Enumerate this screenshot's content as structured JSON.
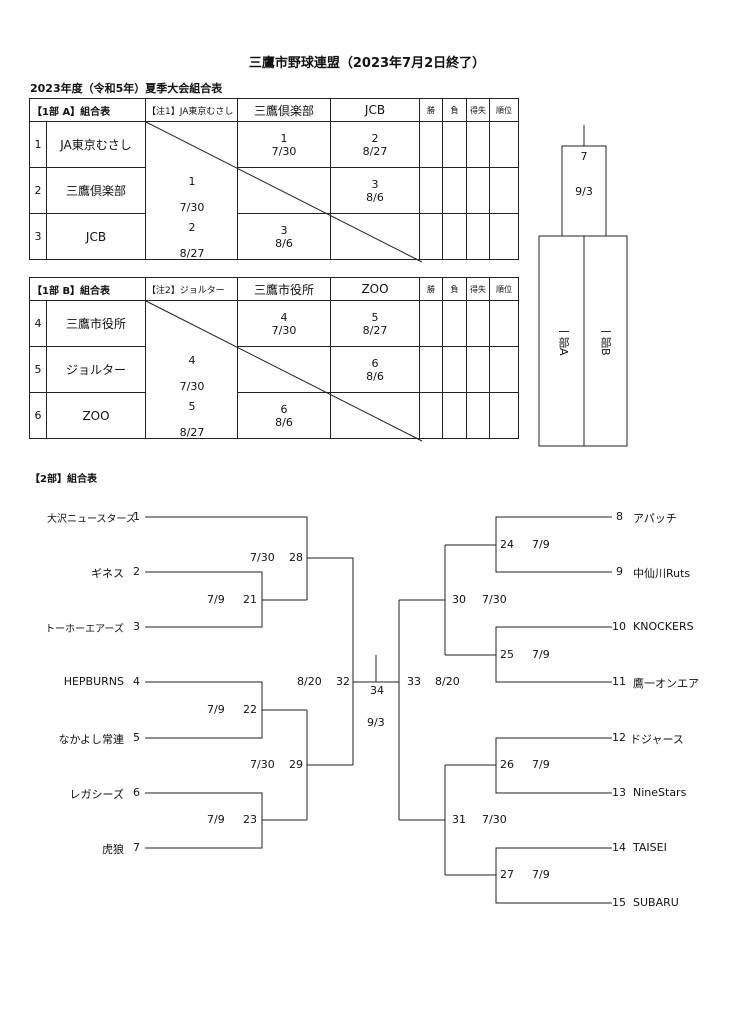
{
  "title": "三鷹市野球連盟（2023年7月2日終了）",
  "subtitle": "2023年度（令和5年）夏季大会組合表",
  "groupA": {
    "header": "【1部 A】組合表",
    "note": "【注1】JA東京むさし",
    "col_teams": [
      "三鷹倶楽部",
      "JCB"
    ],
    "col_stats": [
      "勝",
      "負",
      "得失",
      "順位"
    ],
    "rows": [
      {
        "no": "1",
        "team": "JA東京むさし",
        "c1": {
          "n": "1",
          "d": "7/30"
        },
        "c2": {
          "n": "2",
          "d": "8/27"
        }
      },
      {
        "no": "2",
        "team": "三鷹倶楽部",
        "c0": {
          "n": "1",
          "d": "7/30"
        },
        "c2": {
          "n": "3",
          "d": "8/6"
        }
      },
      {
        "no": "3",
        "team": "JCB",
        "c0": {
          "n": "2",
          "d": "8/27"
        },
        "c1": {
          "n": "3",
          "d": "8/6"
        }
      }
    ]
  },
  "groupB": {
    "header": "【1部 B】組合表",
    "note": "【注2】ジョルター",
    "col_teams": [
      "三鷹市役所",
      "ZOO"
    ],
    "col_stats": [
      "勝",
      "負",
      "得失",
      "順位"
    ],
    "rows": [
      {
        "no": "4",
        "team": "三鷹市役所",
        "c1": {
          "n": "4",
          "d": "7/30"
        },
        "c2": {
          "n": "5",
          "d": "8/27"
        }
      },
      {
        "no": "5",
        "team": "ジョルター",
        "c0": {
          "n": "4",
          "d": "7/30"
        },
        "c2": {
          "n": "6",
          "d": "8/6"
        }
      },
      {
        "no": "6",
        "team": "ZOO",
        "c0": {
          "n": "5",
          "d": "8/27"
        },
        "c1": {
          "n": "6",
          "d": "8/6"
        }
      }
    ]
  },
  "final1": {
    "num": "7",
    "date": "9/3",
    "left": "一部A",
    "right": "一部B"
  },
  "div2_header": "【2部】組合表",
  "bracket": {
    "left_teams": [
      {
        "name": "大沢ニュースターズ",
        "no": "1"
      },
      {
        "name": "ギネス",
        "no": "2"
      },
      {
        "name": "トーホーエアーズ",
        "no": "3"
      },
      {
        "name": "HEPBURNS",
        "no": "4"
      },
      {
        "name": "なかよし常連",
        "no": "5"
      },
      {
        "name": "レガシーズ",
        "no": "6"
      },
      {
        "name": "虎狼",
        "no": "7"
      }
    ],
    "right_teams": [
      {
        "no": "8",
        "name": "アパッチ"
      },
      {
        "no": "9",
        "name": "中仙川Ruts"
      },
      {
        "no": "10",
        "name": "KNOCKERS"
      },
      {
        "no": "11",
        "name": "鷹一オンエア"
      },
      {
        "no": "12",
        "name": "ドジャース"
      },
      {
        "no": "13",
        "name": "NineStars"
      },
      {
        "no": "14",
        "name": "TAISEI"
      },
      {
        "no": "15",
        "name": "SUBARU"
      }
    ],
    "games": {
      "g21": {
        "n": "21",
        "d": "7/9"
      },
      "g22": {
        "n": "22",
        "d": "7/9"
      },
      "g23": {
        "n": "23",
        "d": "7/9"
      },
      "g28": {
        "n": "28",
        "d": "7/30"
      },
      "g29": {
        "n": "29",
        "d": "7/30"
      },
      "g32": {
        "n": "32",
        "d": "8/20"
      },
      "g24": {
        "n": "24",
        "d": "7/9"
      },
      "g25": {
        "n": "25",
        "d": "7/9"
      },
      "g26": {
        "n": "26",
        "d": "7/9"
      },
      "g27": {
        "n": "27",
        "d": "7/9"
      },
      "g30": {
        "n": "30",
        "d": "7/30"
      },
      "g31": {
        "n": "31",
        "d": "7/30"
      },
      "g33": {
        "n": "33",
        "d": "8/20"
      },
      "g34": {
        "n": "34",
        "d": "9/3"
      }
    }
  }
}
